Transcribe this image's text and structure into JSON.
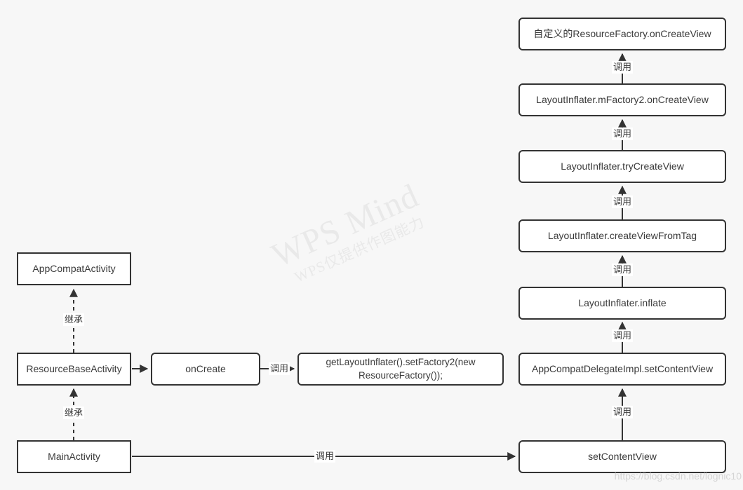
{
  "diagram": {
    "colors": {
      "background": "#f7f7f7",
      "node_fill": "#ffffff",
      "node_border": "#333333",
      "text": "#3a3a3a",
      "watermark": "#e9e9e9"
    },
    "nodes": {
      "app_compat_activity": "AppCompatActivity",
      "resource_base_activity": "ResourceBaseActivity",
      "main_activity": "MainActivity",
      "on_create": "onCreate",
      "set_factory_code": "getLayoutInflater().setFactory2(new\nResourceFactory());",
      "custom_factory_on_create_view": "自定义的ResourceFactory.onCreateView",
      "mfactory2_on_create_view": "LayoutInflater.mFactory2.onCreateView",
      "try_create_view": "LayoutInflater.tryCreateView",
      "create_view_from_tag": "LayoutInflater.createViewFromTag",
      "inflate": "LayoutInflater.inflate",
      "delegate_set_content_view": "AppCompatDelegateImpl.setContentView",
      "set_content_view": "setContentView"
    },
    "edge_labels": {
      "call": "调用",
      "inherit": "继承"
    }
  },
  "watermark": {
    "title": "WPS Mind",
    "subtitle": "WPS仅提供作图能力",
    "url": "https://blog.csdn.net/lognic10"
  }
}
